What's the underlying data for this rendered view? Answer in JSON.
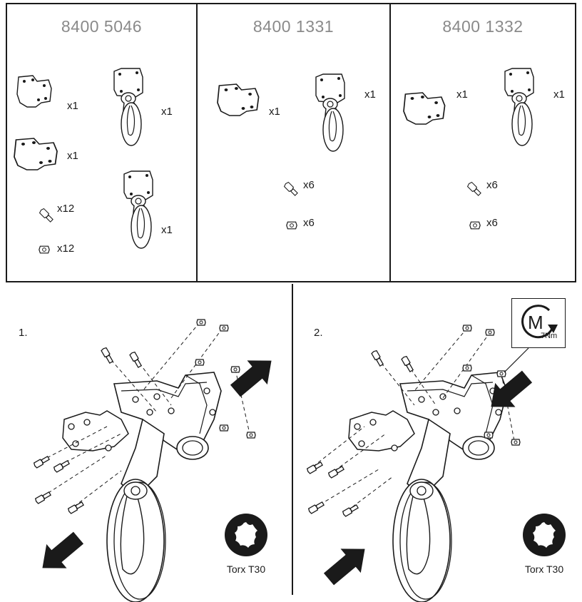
{
  "kits": [
    {
      "code": "8400 5046",
      "plate_a_qty": "x1",
      "plate_b_qty": "x1",
      "wheel_a_qty": "x1",
      "wheel_b_qty": "x1",
      "bolt_qty": "x12",
      "nut_qty": "x12"
    },
    {
      "code": "8400 1331",
      "plate_qty": "x1",
      "wheel_qty": "x1",
      "bolt_qty": "x6",
      "nut_qty": "x6"
    },
    {
      "code": "8400 1332",
      "plate_qty": "x1",
      "wheel_qty": "x1",
      "bolt_qty": "x6",
      "nut_qty": "x6"
    }
  ],
  "steps": [
    {
      "number": "1.",
      "tool_label": "Torx T30"
    },
    {
      "number": "2.",
      "tool_label": "Torx T30",
      "torque_value": "7Nm",
      "torque_symbol": "M"
    }
  ],
  "icons": [
    "torx-icon",
    "torque-wrench-icon",
    "direction-arrow-icon"
  ]
}
